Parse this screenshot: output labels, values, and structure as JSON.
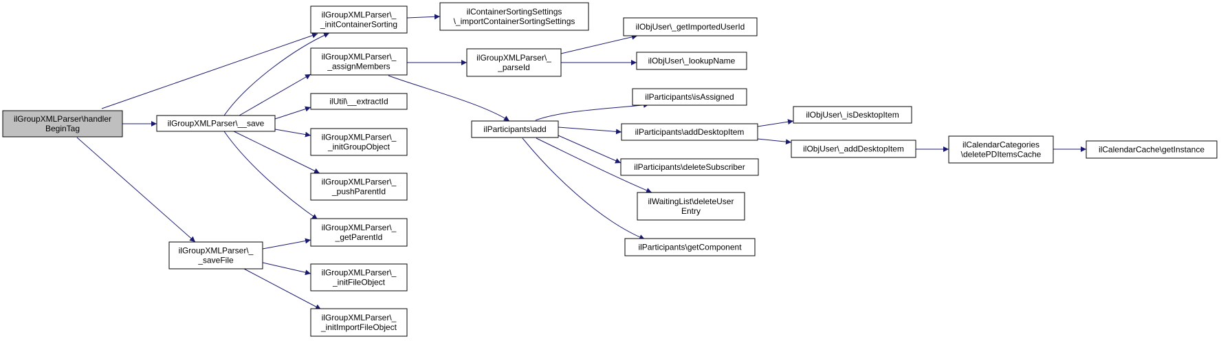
{
  "graph": {
    "nodes": [
      {
        "id": "root",
        "lines": [
          "ilGroupXMLParser\\handler",
          "BeginTag"
        ],
        "highlight": true
      },
      {
        "id": "save",
        "lines": [
          "ilGroupXMLParser\\__save"
        ]
      },
      {
        "id": "saveFile",
        "lines": [
          "ilGroupXMLParser\\_",
          "_saveFile"
        ]
      },
      {
        "id": "initContainerSorting",
        "lines": [
          "ilGroupXMLParser\\_",
          "_initContainerSorting"
        ]
      },
      {
        "id": "assignMembers",
        "lines": [
          "ilGroupXMLParser\\_",
          "_assignMembers"
        ]
      },
      {
        "id": "extractId",
        "lines": [
          "ilUtil\\__extractId"
        ]
      },
      {
        "id": "initGroupObject",
        "lines": [
          "ilGroupXMLParser\\_",
          "_initGroupObject"
        ]
      },
      {
        "id": "pushParentId",
        "lines": [
          "ilGroupXMLParser\\_",
          "_pushParentId"
        ]
      },
      {
        "id": "getParentId",
        "lines": [
          "ilGroupXMLParser\\_",
          "_getParentId"
        ]
      },
      {
        "id": "initFileObject",
        "lines": [
          "ilGroupXMLParser\\_",
          "_initFileObject"
        ]
      },
      {
        "id": "initImportFileObject",
        "lines": [
          "ilGroupXMLParser\\_",
          "_initImportFileObject"
        ]
      },
      {
        "id": "importContainerSortingSettings",
        "lines": [
          "ilContainerSortingSettings",
          "\\_importContainerSortingSettings"
        ]
      },
      {
        "id": "parseId",
        "lines": [
          "ilGroupXMLParser\\_",
          "_parseId"
        ]
      },
      {
        "id": "participantsAdd",
        "lines": [
          "ilParticipants\\add"
        ]
      },
      {
        "id": "getImportedUserId",
        "lines": [
          "ilObjUser\\_getImportedUserId"
        ]
      },
      {
        "id": "lookupName",
        "lines": [
          "ilObjUser\\_lookupName"
        ]
      },
      {
        "id": "isAssigned",
        "lines": [
          "ilParticipants\\isAssigned"
        ]
      },
      {
        "id": "addDesktopItemP",
        "lines": [
          "ilParticipants\\addDesktopItem"
        ]
      },
      {
        "id": "deleteSubscriber",
        "lines": [
          "ilParticipants\\deleteSubscriber"
        ]
      },
      {
        "id": "deleteUserEntry",
        "lines": [
          "ilWaitingList\\deleteUser",
          "Entry"
        ]
      },
      {
        "id": "getComponent",
        "lines": [
          "ilParticipants\\getComponent"
        ]
      },
      {
        "id": "isDesktopItem",
        "lines": [
          "ilObjUser\\_isDesktopItem"
        ]
      },
      {
        "id": "addDesktopItemU",
        "lines": [
          "ilObjUser\\_addDesktopItem"
        ]
      },
      {
        "id": "deletePDItemsCache",
        "lines": [
          "ilCalendarCategories",
          "\\deletePDItemsCache"
        ]
      },
      {
        "id": "getInstance",
        "lines": [
          "ilCalendarCache\\getInstance"
        ]
      }
    ],
    "edges": [
      [
        "root",
        "initContainerSorting"
      ],
      [
        "root",
        "save"
      ],
      [
        "root",
        "saveFile"
      ],
      [
        "save",
        "initContainerSorting"
      ],
      [
        "save",
        "assignMembers"
      ],
      [
        "save",
        "extractId"
      ],
      [
        "save",
        "initGroupObject"
      ],
      [
        "save",
        "pushParentId"
      ],
      [
        "save",
        "getParentId"
      ],
      [
        "saveFile",
        "getParentId"
      ],
      [
        "saveFile",
        "initFileObject"
      ],
      [
        "saveFile",
        "initImportFileObject"
      ],
      [
        "initContainerSorting",
        "importContainerSortingSettings"
      ],
      [
        "assignMembers",
        "parseId"
      ],
      [
        "assignMembers",
        "participantsAdd"
      ],
      [
        "parseId",
        "getImportedUserId"
      ],
      [
        "parseId",
        "lookupName"
      ],
      [
        "participantsAdd",
        "isAssigned"
      ],
      [
        "participantsAdd",
        "addDesktopItemP"
      ],
      [
        "participantsAdd",
        "deleteSubscriber"
      ],
      [
        "participantsAdd",
        "deleteUserEntry"
      ],
      [
        "participantsAdd",
        "getComponent"
      ],
      [
        "addDesktopItemP",
        "isDesktopItem"
      ],
      [
        "addDesktopItemP",
        "addDesktopItemU"
      ],
      [
        "addDesktopItemU",
        "deletePDItemsCache"
      ],
      [
        "deletePDItemsCache",
        "getInstance"
      ]
    ],
    "colors": {
      "edge": "#191970",
      "node_border": "#000000",
      "node_fill": "#ffffff",
      "highlight_fill": "#bfbfbf"
    }
  }
}
